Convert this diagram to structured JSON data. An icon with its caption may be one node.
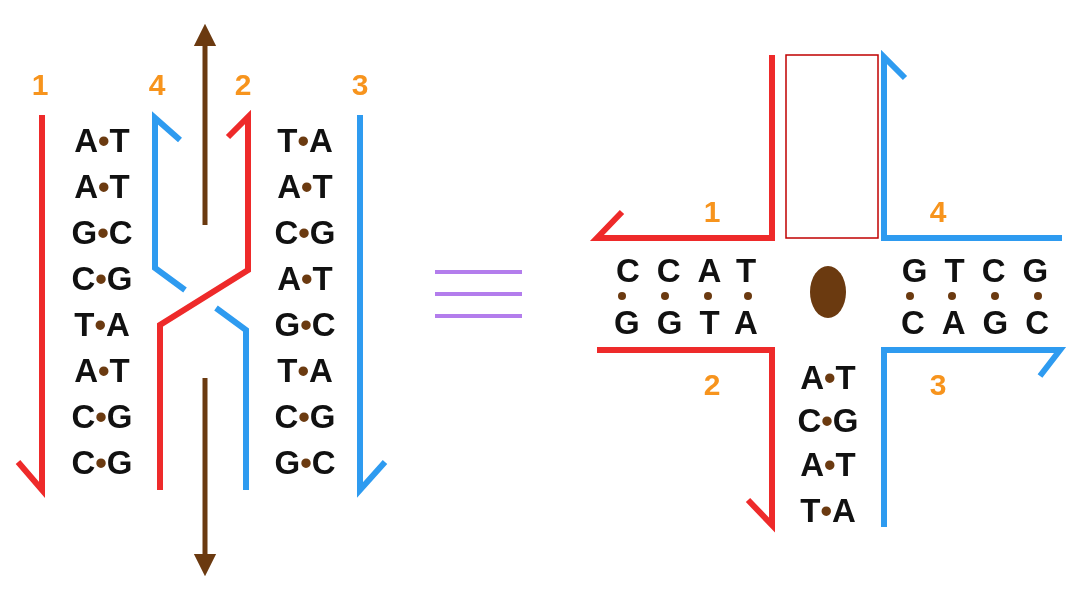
{
  "diagram": {
    "labels": [
      "1",
      "4",
      "2",
      "3",
      "A•T",
      "T•A",
      "A•T",
      "A•T",
      "G•C",
      "C•G",
      "C•G",
      "A•T",
      "T•A",
      "G•C",
      "A•T",
      "T•A",
      "C•G",
      "C•G",
      "C•G",
      "G•C",
      "1",
      "4",
      "CCAT",
      "GTCG",
      "GGTA",
      "CAGC",
      "2",
      "A•T",
      "3",
      "C•G",
      "A•T",
      "T•A"
    ]
  }
}
